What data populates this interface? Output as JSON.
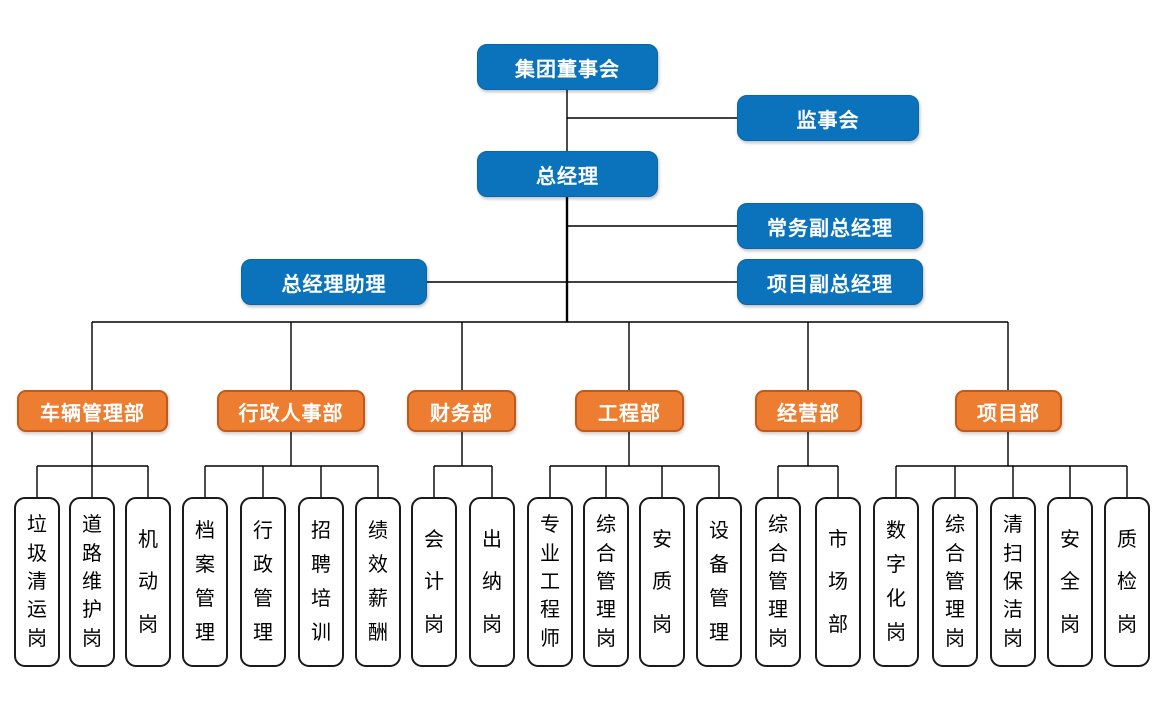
{
  "colors": {
    "blue": "#0b72bc",
    "blue_border": "#0a65a8",
    "orange": "#ed7d31",
    "orange_border": "#c2591b",
    "line": "#000000",
    "leaf_border": "#1a1a1a"
  },
  "nodes": {
    "board": "集团董事会",
    "supervisory": "监事会",
    "general_manager": "总经理",
    "exec_deputy_gm": "常务副总经理",
    "gm_assistant": "总经理助理",
    "project_deputy_gm": "项目副总经理"
  },
  "departments": [
    {
      "label": "车辆管理部",
      "positions": [
        "垃圾清运岗",
        "道路维护岗",
        "机动岗"
      ]
    },
    {
      "label": "行政人事部",
      "positions": [
        "档案管理",
        "行政管理",
        "招聘培训",
        "绩效薪酬"
      ]
    },
    {
      "label": "财务部",
      "positions": [
        "会计岗",
        "出纳岗"
      ]
    },
    {
      "label": "工程部",
      "positions": [
        "专业工程师",
        "综合管理岗",
        "安质岗",
        "设备管理"
      ]
    },
    {
      "label": "经营部",
      "positions": [
        "综合管理岗",
        "市场部"
      ]
    },
    {
      "label": "项目部",
      "positions": [
        "数字化岗",
        "综合管理岗",
        "清扫保洁岗",
        "安全岗",
        "质检岗"
      ]
    }
  ]
}
